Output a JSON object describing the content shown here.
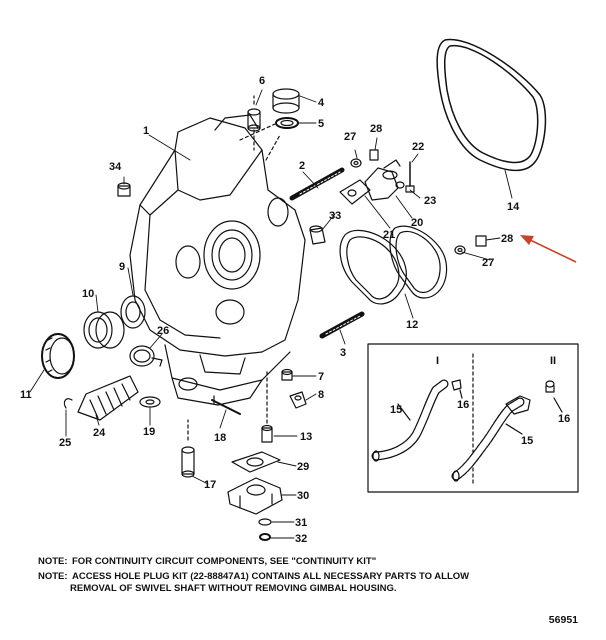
{
  "callouts": {
    "c1": "1",
    "c2": "2",
    "c3": "3",
    "c4": "4",
    "c5": "5",
    "c6": "6",
    "c7": "7",
    "c8": "8",
    "c9": "9",
    "c10": "10",
    "c11": "11",
    "c12": "12",
    "c13": "13",
    "c14": "14",
    "c15a": "15",
    "c15b": "15",
    "c16a": "16",
    "c16b": "16",
    "c17": "17",
    "c18": "18",
    "c19": "19",
    "c20": "20",
    "c21": "21",
    "c22": "22",
    "c23": "23",
    "c24": "24",
    "c25": "25",
    "c26": "26",
    "c27a": "27",
    "c27b": "27",
    "c28a": "28",
    "c28b": "28",
    "c29": "29",
    "c30": "30",
    "c31": "31",
    "c32": "32",
    "c33": "33",
    "c34": "34"
  },
  "inset": {
    "label_i": "I",
    "label_ii": "II"
  },
  "notes": {
    "note1_prefix": "NOTE:",
    "note1_text": "FOR CONTINUITY CIRCUIT COMPONENTS, SEE \"CONTINUITY KIT\"",
    "note2_prefix": "NOTE:",
    "note2_text": "ACCESS HOLE PLUG KIT (22-88847A1) CONTAINS ALL NECESSARY PARTS TO ALLOW",
    "note2_cont": "REMOVAL OF SWIVEL SHAFT WITHOUT REMOVING GIMBAL HOUSING."
  },
  "doc_number": "56951",
  "colors": {
    "ink": "#111111",
    "arrow": "#c8432b"
  }
}
